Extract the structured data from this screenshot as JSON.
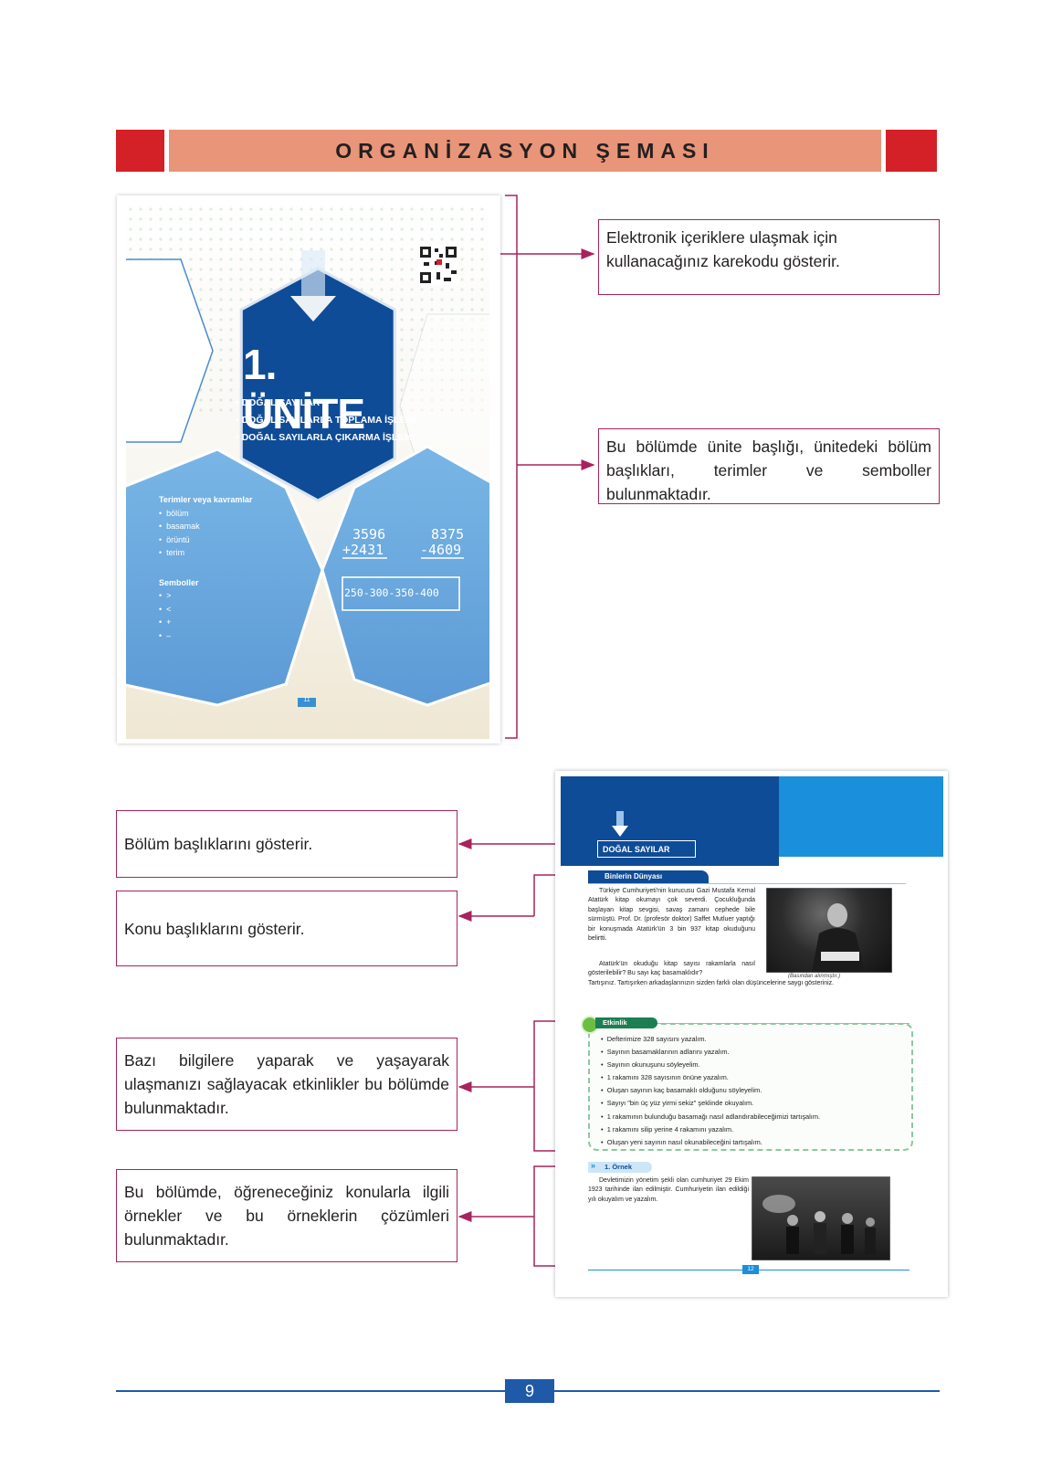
{
  "header": {
    "title": "ORGANİZASYON ŞEMASI"
  },
  "callouts": {
    "qr": "Elektronik içeriklere ulaşmak için kullanacağınız karekodu gösterir.",
    "unit_intro": "Bu bölümde ünite başlığı, ünitedeki bölüm başlıkları, terimler ve semboller bulunmaktadır.",
    "section_titles": "Bölüm başlıklarını gösterir.",
    "topic_titles": "Konu başlıklarını gösterir.",
    "activities": "Bazı bilgilere yaparak ve yaşayarak ulaşmanızı sağlayacak etkinlikler bu bölümde bulunmaktadır.",
    "examples": "Bu bölümde, öğreneceğiniz konularla ilgili örnekler ve bu örneklerin çözümleri bulunmaktadır."
  },
  "unit_page": {
    "title": "1. ÜNİTE",
    "sections": [
      "• DOĞAL SAYILAR",
      "• DOĞAL SAYILARLA TOPLAMA İŞLEMİ",
      "• DOĞAL SAYILARLA ÇIKARMA İŞLEMİ"
    ],
    "terms_heading": "Terimler veya kavramlar",
    "terms": [
      "bölüm",
      "basamak",
      "örüntü",
      "terim"
    ],
    "symbols_heading": "Semboller",
    "symbols": [
      ">",
      "<",
      "+",
      "–"
    ],
    "math": {
      "a1": "3596",
      "a2": "+2431",
      "b1": "8375",
      "b2": "-4609",
      "pattern": "250-300-350-400"
    },
    "page_number": "11"
  },
  "lesson_page": {
    "section_title": "DOĞAL SAYILAR",
    "topic_title": "Binlerin Dünyası",
    "intro_text": "Türkiye Cumhuriyeti'nin kurucusu Gazi Mustafa Kemal Atatürk kitap okumayı çok severdi. Çocukluğunda başlayan kitap sevgisi, savaş zamanı cephede bile sürmüştü. Prof. Dr. (profesör doktor) Saffet Mutluer yaptığı bir konuşmada Atatürk'ün 3 bin 937 kitap okuduğunu belirtti.",
    "intro_text2": "Atatürk'ün okuduğu kitap sayısı rakamlarla nasıl gösterilebilir? Bu sayı kaç basamaklıdır?",
    "intro_text3": "Tartışınız. Tartışırken arkadaşlarınızın sizden farklı olan düşüncelerine saygı gösteriniz.",
    "photo_caption": "(Basından alınmıştır.)",
    "activity_label": "Etkinlik",
    "activity_items": [
      "Defterimize 328 sayısını yazalım.",
      "Sayının basamaklarının adlarını yazalım.",
      "Sayının okunuşunu söyleyelim.",
      "1 rakamını 328 sayısının önüne yazalım.",
      "Oluşan sayının kaç basamaklı olduğunu söyleyelim.",
      "Sayıyı \"bin üç yüz yirmi sekiz\" şeklinde okuyalım.",
      "1 rakamının bulunduğu basamağı nasıl adlandırabileceğimizi tartışalım.",
      "1 rakamını silip yerine 4 rakamını yazalım.",
      "Oluşan yeni sayının nasıl okunabileceğini tartışalım."
    ],
    "example_label": "1. Örnek",
    "example_text": "Devletimizin yönetim şekli olan cumhuriyet 29 Ekim 1923 tarihinde ilan edilmiştir. Cumhuriyetin ilan edildiği yılı okuyalım ve yazalım.",
    "page_number": "12"
  },
  "footer": {
    "page_number": "9"
  },
  "colors": {
    "red": "#d42027",
    "salmon": "#e8957a",
    "magenta": "#a8235d",
    "navy": "#0f4c97",
    "sky": "#6aaee0",
    "footer_blue": "#1e5aa8"
  }
}
